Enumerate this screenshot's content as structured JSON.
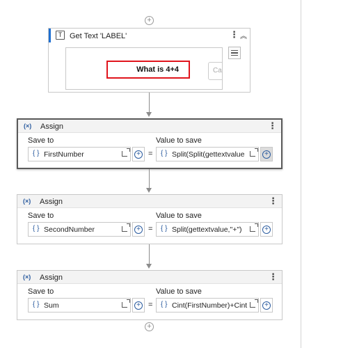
{
  "get_text": {
    "title": "Get Text 'LABEL'",
    "preview_label_text": "What is 4+4",
    "preview_button_text": "Ca"
  },
  "assigns": [
    {
      "title": "Assign",
      "save_to_label": "Save to",
      "value_label": "Value to save",
      "variable": "FirstNumber",
      "value": "Split(Split(gettextvalue"
    },
    {
      "title": "Assign",
      "save_to_label": "Save to",
      "value_label": "Value to save",
      "variable": "SecondNumber",
      "value": "Split(gettextvalue,\"+\")"
    },
    {
      "title": "Assign",
      "save_to_label": "Save to",
      "value_label": "Value to save",
      "variable": "Sum",
      "value": "Cint(FirstNumber)+Cint"
    }
  ],
  "symbols": {
    "equals": "=",
    "brace": "{ }",
    "assign_icon": "(×)",
    "plus": "+",
    "kebab": "⋮",
    "collapse": "︽"
  },
  "colors": {
    "accent": "#1e6fd1",
    "highlight_border": "#e0141c",
    "variable_icon": "#2a5b9f"
  }
}
